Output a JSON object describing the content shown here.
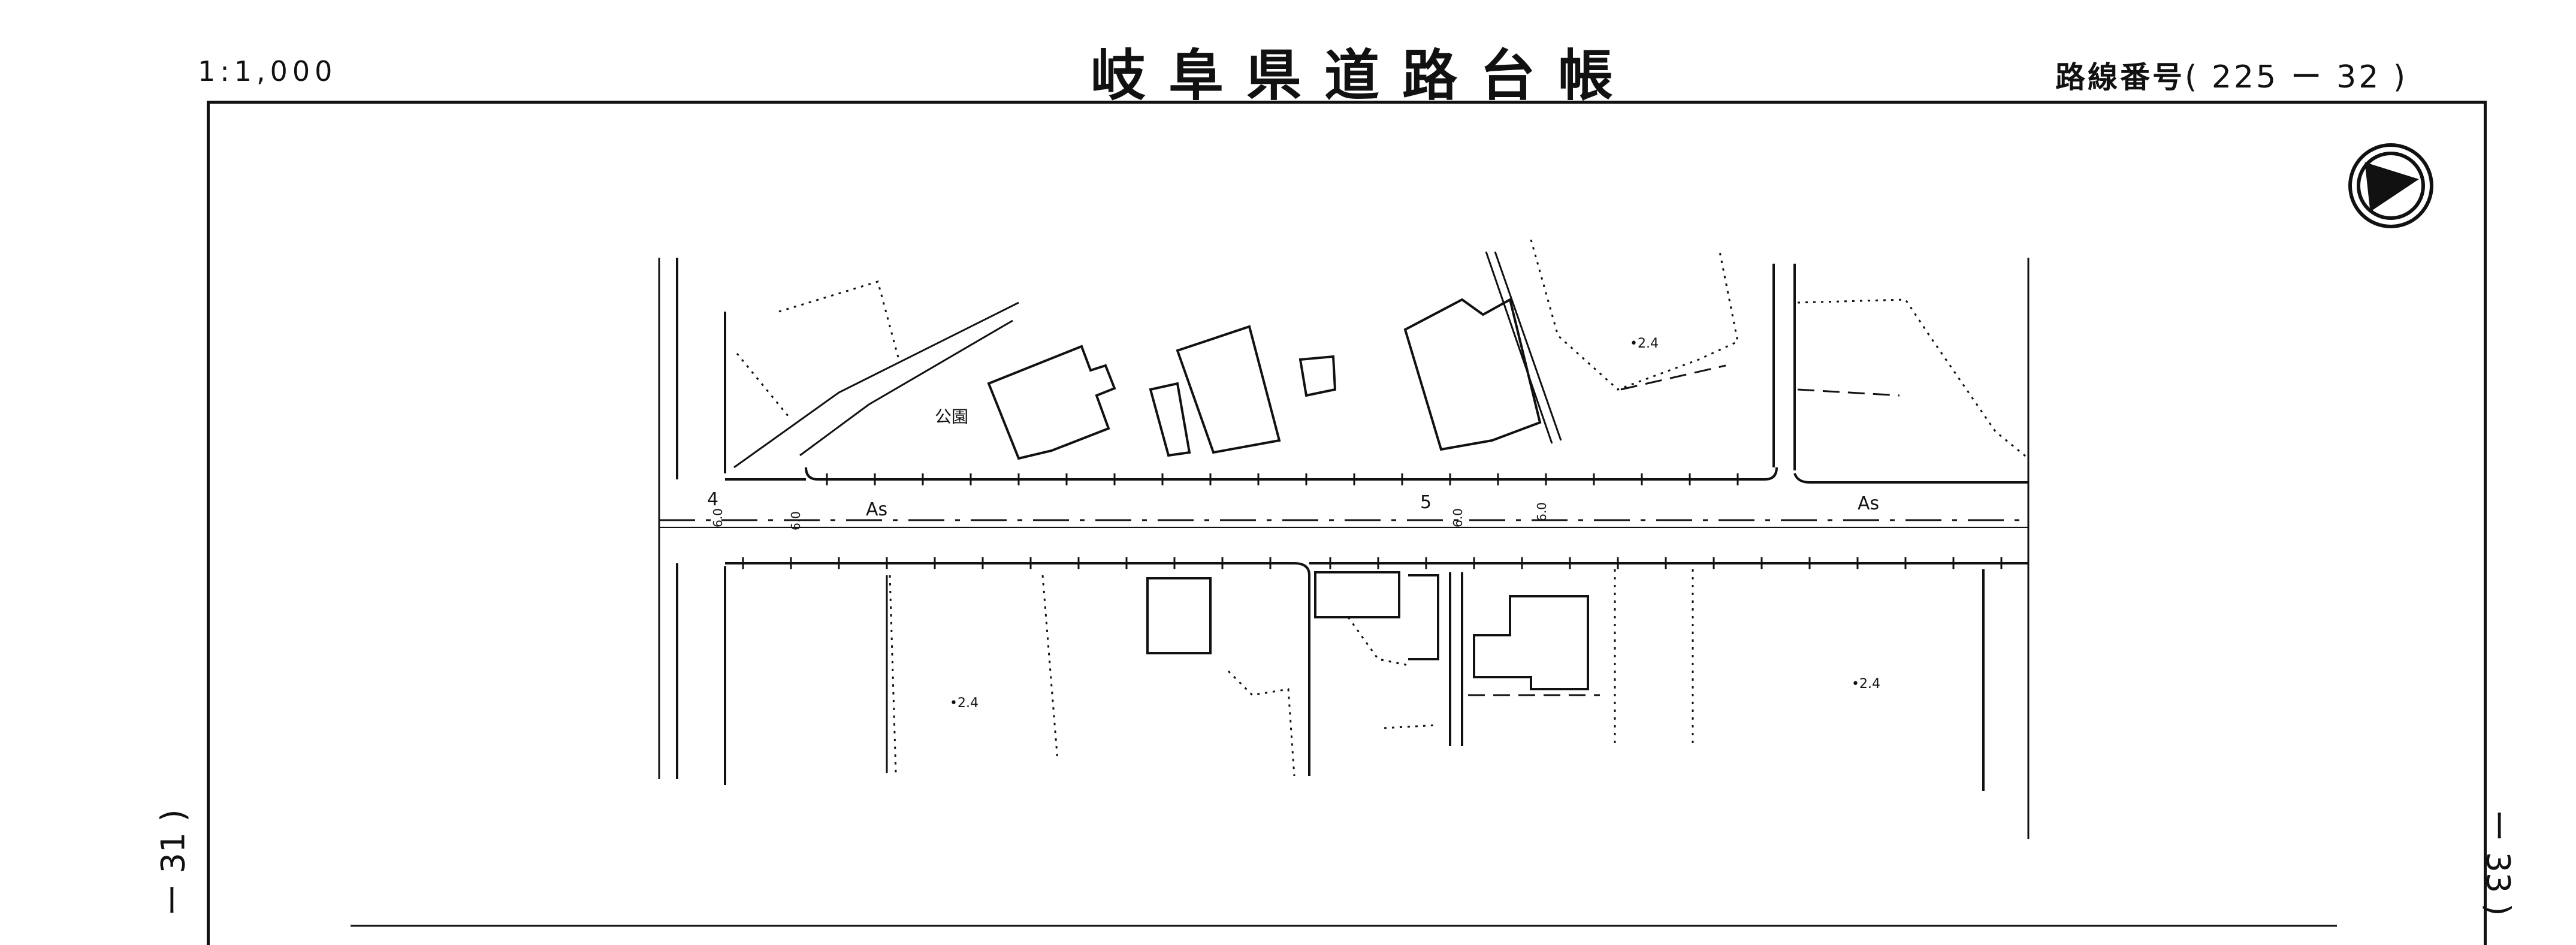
{
  "header": {
    "scale": "1:1,000",
    "title": "岐阜県道路台帳",
    "route_label": "路線番号",
    "route_value": "( 225 ー 32 )"
  },
  "adjacent_sheets": {
    "left": "ー 31 )",
    "right": "ー 33 )"
  },
  "map": {
    "labels": {
      "park": "公園",
      "road_surface_left": "As",
      "road_surface_right": "As",
      "station_4": "4",
      "station_5": "5",
      "width_1": "6.0",
      "width_2": "6.0",
      "width_3": "6.0",
      "width_4": "6.0",
      "elev_1": "•2.4",
      "elev_2": "•2.4",
      "elev_3": "•2.4"
    },
    "north_arrow_icon": "north-arrow-icon"
  }
}
